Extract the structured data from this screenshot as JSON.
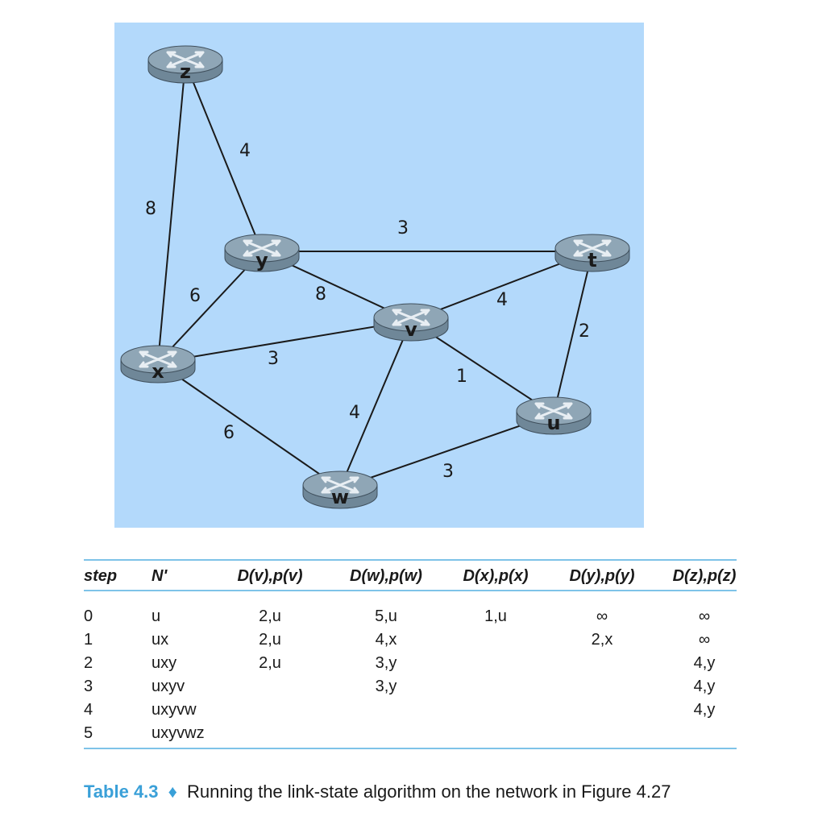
{
  "diagram": {
    "background_color": "#b3d9fb",
    "router_color": "#8fa6b6",
    "nodes": [
      {
        "id": "z",
        "label": "z"
      },
      {
        "id": "y",
        "label": "y"
      },
      {
        "id": "t",
        "label": "t"
      },
      {
        "id": "v",
        "label": "v"
      },
      {
        "id": "x",
        "label": "x"
      },
      {
        "id": "u",
        "label": "u"
      },
      {
        "id": "w",
        "label": "w"
      }
    ],
    "edges": [
      {
        "from": "z",
        "to": "x",
        "cost": "8"
      },
      {
        "from": "z",
        "to": "y",
        "cost": "4"
      },
      {
        "from": "y",
        "to": "t",
        "cost": "3"
      },
      {
        "from": "y",
        "to": "x",
        "cost": "6"
      },
      {
        "from": "y",
        "to": "v",
        "cost": "8"
      },
      {
        "from": "x",
        "to": "v",
        "cost": "3"
      },
      {
        "from": "v",
        "to": "t",
        "cost": "4"
      },
      {
        "from": "t",
        "to": "u",
        "cost": "2"
      },
      {
        "from": "v",
        "to": "u",
        "cost": "1"
      },
      {
        "from": "v",
        "to": "w",
        "cost": "4"
      },
      {
        "from": "x",
        "to": "w",
        "cost": "6"
      },
      {
        "from": "w",
        "to": "u",
        "cost": "3"
      }
    ]
  },
  "table": {
    "headers": [
      "step",
      "N'",
      "D(v),p(v)",
      "D(w),p(w)",
      "D(x),p(x)",
      "D(y),p(y)",
      "D(z),p(z)"
    ],
    "rows": [
      [
        "0",
        "u",
        "2,u",
        "5,u",
        "1,u",
        "∞",
        "∞"
      ],
      [
        "1",
        "ux",
        "2,u",
        "4,x",
        "",
        "2,x",
        "∞"
      ],
      [
        "2",
        "uxy",
        "2,u",
        "3,y",
        "",
        "",
        "4,y"
      ],
      [
        "3",
        "uxyv",
        "",
        "3,y",
        "",
        "",
        "4,y"
      ],
      [
        "4",
        "uxyvw",
        "",
        "",
        "",
        "",
        "4,y"
      ],
      [
        "5",
        "uxyvwz",
        "",
        "",
        "",
        "",
        ""
      ]
    ]
  },
  "caption": {
    "label": "Table 4.3",
    "separator": "♦",
    "text": "Running the link-state algorithm on the network in Figure 4.27"
  },
  "colors": {
    "accent": "#3aa0d8",
    "rule": "#7ec3e8"
  }
}
